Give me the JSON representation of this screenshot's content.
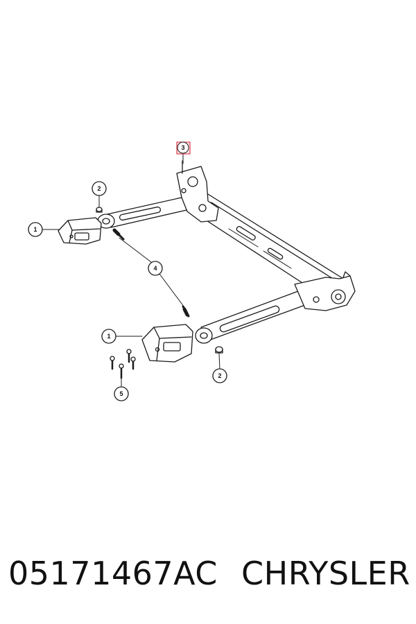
{
  "callouts": [
    {
      "id": "c1a",
      "label": "1"
    },
    {
      "id": "c1b",
      "label": "1"
    },
    {
      "id": "c2a",
      "label": "2"
    },
    {
      "id": "c2b",
      "label": "2"
    },
    {
      "id": "c3",
      "label": "3",
      "highlighted": true
    },
    {
      "id": "c4",
      "label": "4"
    },
    {
      "id": "c5",
      "label": "5"
    }
  ],
  "footer": {
    "part_number": "05171467AC",
    "brand": "CHRYSLER"
  },
  "colors": {
    "line": "#1a1a1a",
    "highlight": "#e04a5a",
    "highlight_fill": "#fbe3e6"
  }
}
